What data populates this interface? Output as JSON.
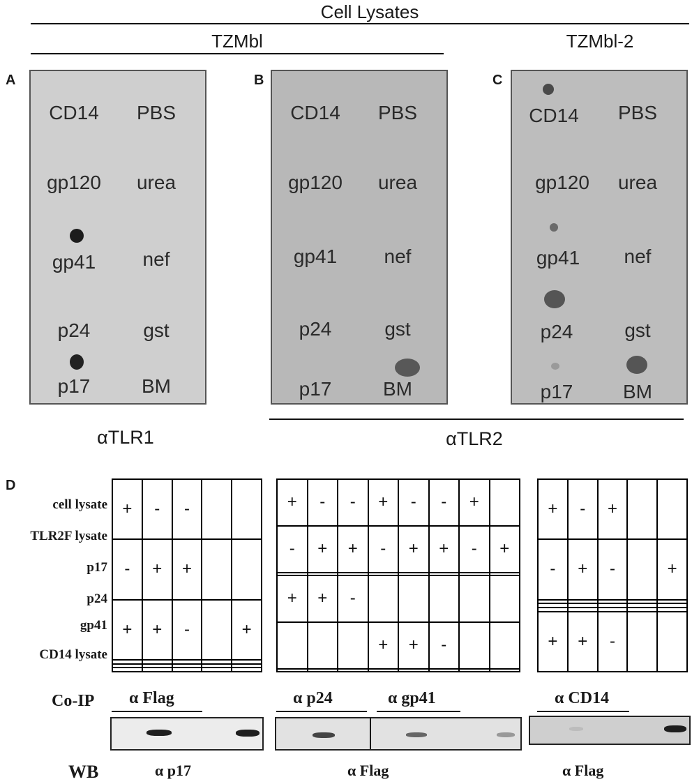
{
  "header": {
    "cell_lysates": "Cell Lysates",
    "tzmbl": "TZMbl",
    "tzmbl2": "TZMbl-2"
  },
  "panels": {
    "a": {
      "letter": "A"
    },
    "b": {
      "letter": "B"
    },
    "c": {
      "letter": "C"
    },
    "d": {
      "letter": "D"
    }
  },
  "dot_blot_labels": {
    "left": [
      "CD14",
      "gp120",
      "gp41",
      "p24",
      "p17"
    ],
    "right": [
      "PBS",
      "urea",
      "nef",
      "gst",
      "BM"
    ]
  },
  "antibodies": {
    "tlr1": "αTLR1",
    "tlr2": "αTLR2"
  },
  "table_rows": [
    "cell lysate",
    "TLR2F lysate",
    "p17",
    "p24",
    "gp41",
    "CD14 lysate"
  ],
  "tables": [
    {
      "cols": 5,
      "cells": [
        [
          "+",
          "-",
          "-",
          "",
          ""
        ],
        [
          "-",
          "+",
          "+",
          "",
          ""
        ],
        [
          "+",
          "+",
          "-",
          "",
          "+"
        ],
        [
          "",
          "",
          "",
          "",
          ""
        ],
        [
          "",
          "",
          "",
          "",
          ""
        ],
        [
          "",
          "",
          "",
          "",
          ""
        ]
      ]
    },
    {
      "cols": 8,
      "cells": [
        [
          "+",
          "-",
          "-",
          "+",
          "-",
          "-",
          "+",
          ""
        ],
        [
          "-",
          "+",
          "+",
          "-",
          "+",
          "+",
          "-",
          "+"
        ],
        [
          "",
          "",
          "",
          "",
          "",
          "",
          "",
          ""
        ],
        [
          "+",
          "+",
          "-",
          "",
          "",
          "",
          "",
          ""
        ],
        [
          "",
          "",
          "",
          "+",
          "+",
          "-",
          "",
          ""
        ],
        [
          "",
          "",
          "",
          "",
          "",
          "",
          "",
          ""
        ]
      ]
    },
    {
      "cols": 5,
      "cells": [
        [
          "+",
          "-",
          "+",
          "",
          ""
        ],
        [
          "-",
          "+",
          "-",
          "",
          "+"
        ],
        [
          "",
          "",
          "",
          "",
          ""
        ],
        [
          "",
          "",
          "",
          "",
          ""
        ],
        [
          "",
          "",
          "",
          "",
          ""
        ],
        [
          "+",
          "+",
          "-",
          "",
          ""
        ]
      ]
    }
  ],
  "coip": {
    "label": "Co-IP",
    "flag": "α Flag",
    "p24": "α p24",
    "gp41": "α gp41",
    "cd14": "α CD14"
  },
  "wb": {
    "label": "WB",
    "p17": "α p17",
    "flag1": "α Flag",
    "flag2": "α Flag"
  }
}
